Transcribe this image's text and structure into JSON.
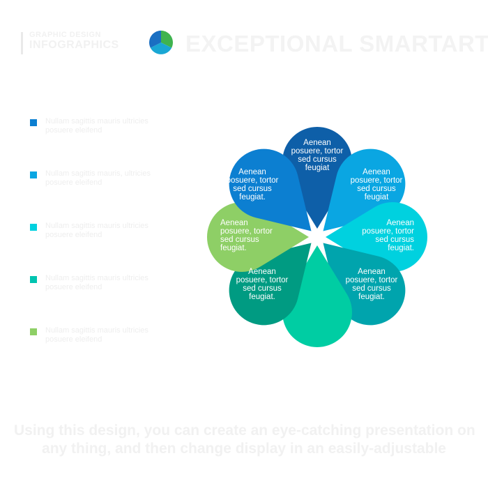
{
  "header": {
    "brand_line1": "GRAPHIC DESIGN",
    "brand_line2": "INFOGRAPHICS",
    "title": "EXCEPTIONAL SMARTART"
  },
  "colors": {
    "dark_blue": "#0e5fa8",
    "blue": "#0c7fd1",
    "sky": "#0aa6e2",
    "cyan": "#00d1df",
    "teal": "#00a4ad",
    "aqua": "#00cda3",
    "green_teal": "#009b82",
    "light_green": "#8ecf66"
  },
  "legend": {
    "items": [
      {
        "text": "Nullam sagittis mauris ultricies posuere eleifend",
        "color": "#0c7fd1"
      },
      {
        "text": "Nullam sagittis mauris, ultricies posuere eleifend",
        "color": "#0aa6e2"
      },
      {
        "text": "Nullam sagittis mauris ultricies posuere eleifend",
        "color": "#00d1df"
      },
      {
        "text": "Nullam sagittis mauris ultricies posuere eleifend",
        "color": "#00c4b0"
      },
      {
        "text": "Nullam sagittis mauris ultricies posuere eleifend",
        "color": "#8ecf66"
      }
    ]
  },
  "petals": [
    {
      "id": "top",
      "color": "#0e5fa8",
      "lines": [
        "Aenean",
        "posuere, tortor",
        "sed cursus",
        "feugiat"
      ]
    },
    {
      "id": "top-right",
      "color": "#0aa6e2",
      "lines": [
        "Aenean",
        "posuere, tortor",
        "sed cursus",
        "feugiat"
      ]
    },
    {
      "id": "right",
      "color": "#00d1df",
      "lines": [
        "Aenean",
        "posuere, tortor",
        "sed cursus",
        "feugiat."
      ]
    },
    {
      "id": "bottom-right",
      "color": "#00a4ad",
      "lines": [
        "Aenean",
        "posuere, tortor",
        "sed cursus",
        "feugiat."
      ]
    },
    {
      "id": "bottom",
      "color": "#00cda3",
      "lines": []
    },
    {
      "id": "bottom-left",
      "color": "#009b82",
      "lines": [
        "Aenean",
        "posuere, tortor",
        "sed cursus",
        "feugiat."
      ]
    },
    {
      "id": "left",
      "color": "#8ecf66",
      "lines": [
        "Aenean",
        "posuere, tortor",
        "sed cursus",
        "feugiat."
      ]
    },
    {
      "id": "top-left",
      "color": "#0c7fd1",
      "lines": [
        "Aenean",
        "posuere, tortor",
        "sed cursus",
        "feugiat."
      ]
    }
  ],
  "footer": {
    "line1": "Using this design, you can create an eye-catching presentation on",
    "line2": "any thing, and then change display in an easily-adjustable"
  }
}
